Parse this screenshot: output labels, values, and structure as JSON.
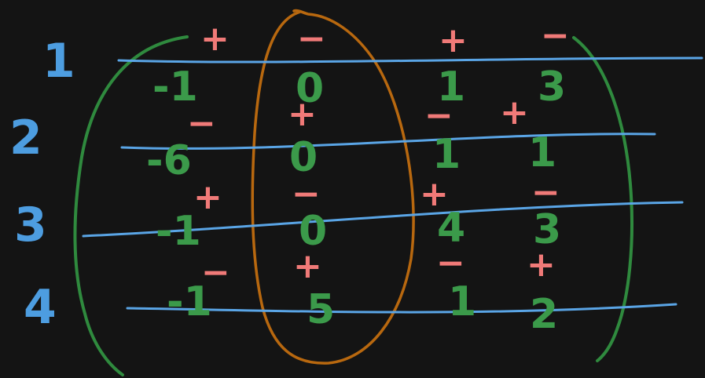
{
  "colors": {
    "background": "#141414",
    "row_number": "#4d9de0",
    "row_line": "#5aa5e6",
    "value": "#3b9a4a",
    "sign": "#f07a78",
    "bracket": "#2f8a3e",
    "column_loop": "#b8680f"
  },
  "row_numbers": [
    "1",
    "2",
    "3",
    "4"
  ],
  "matrix": [
    {
      "cells": [
        {
          "sign": "+",
          "value": "-1"
        },
        {
          "sign": "−",
          "value": "0"
        },
        {
          "sign": "+",
          "value": "1"
        },
        {
          "sign": "−",
          "value": "3"
        }
      ]
    },
    {
      "cells": [
        {
          "sign": "−",
          "value": "-6"
        },
        {
          "sign": "+",
          "value": "0"
        },
        {
          "sign": "−",
          "value": "1"
        },
        {
          "sign": "+",
          "value": "1"
        }
      ]
    },
    {
      "cells": [
        {
          "sign": "+",
          "value": "-1"
        },
        {
          "sign": "−",
          "value": "0"
        },
        {
          "sign": "+",
          "value": "4"
        },
        {
          "sign": "−",
          "value": "3"
        }
      ]
    },
    {
      "cells": [
        {
          "sign": "−",
          "value": "-1"
        },
        {
          "sign": "+",
          "value": "5"
        },
        {
          "sign": "−",
          "value": "1"
        },
        {
          "sign": "+",
          "value": "2"
        }
      ]
    }
  ],
  "highlighted_column": 2
}
